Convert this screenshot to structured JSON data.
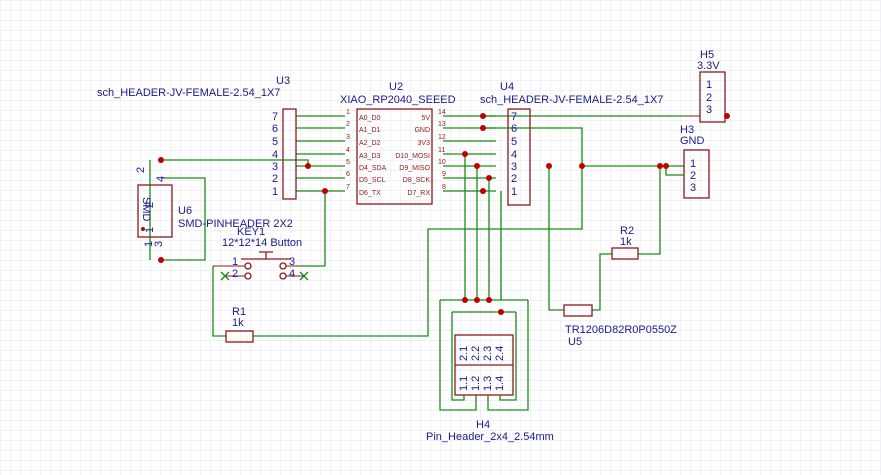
{
  "colors": {
    "background": "#ffffff",
    "grid": "#e6e6ee",
    "wire": "#1a8c1a",
    "symbol": "#8b1a1a",
    "label": "#1a1a8c",
    "junction": "#c00000"
  },
  "components": {
    "u3": {
      "designator": "U3",
      "value": "sch_HEADER-JV-FEMALE-2.54_1X7",
      "pins": [
        "7",
        "6",
        "5",
        "4",
        "3",
        "2",
        "1"
      ]
    },
    "u2": {
      "designator": "U2",
      "value": "XIAO_RP2040_SEEED",
      "left_pins": [
        {
          "num": "1",
          "name": "A0_D0"
        },
        {
          "num": "2",
          "name": "A1_D1"
        },
        {
          "num": "3",
          "name": "A2_D2"
        },
        {
          "num": "4",
          "name": "A3_D3"
        },
        {
          "num": "5",
          "name": "D4_SDA"
        },
        {
          "num": "6",
          "name": "D5_SCL"
        },
        {
          "num": "7",
          "name": "D6_TX"
        }
      ],
      "right_pins": [
        {
          "num": "14",
          "name": "5V"
        },
        {
          "num": "13",
          "name": "GND"
        },
        {
          "num": "12",
          "name": "3V3"
        },
        {
          "num": "11",
          "name": "D10_MOSI"
        },
        {
          "num": "10",
          "name": "D9_MISO"
        },
        {
          "num": "9",
          "name": "D8_SCK"
        },
        {
          "num": "8",
          "name": "D7_RX"
        }
      ]
    },
    "u4": {
      "designator": "U4",
      "value": "sch_HEADER-JV-FEMALE-2.54_1X7",
      "pins": [
        "7",
        "6",
        "5",
        "4",
        "3",
        "2",
        "1"
      ]
    },
    "h5": {
      "designator": "H5",
      "value": "3.3V",
      "pins": [
        "1",
        "2",
        "3"
      ]
    },
    "h3": {
      "designator": "H3",
      "value": "GND",
      "pins": [
        "1",
        "2",
        "3"
      ]
    },
    "u6": {
      "designator": "U6",
      "value": "SMD-PINHEADER 2X2",
      "body_text": "SMD",
      "pins": [
        "2",
        "4",
        "1",
        "3"
      ],
      "inner": [
        "2",
        "1"
      ]
    },
    "key1": {
      "designator": "KEY1",
      "value": "12*12*14 Button",
      "pins": [
        "1",
        "2",
        "3",
        "4"
      ]
    },
    "r1": {
      "designator": "R1",
      "value": "1k"
    },
    "r2": {
      "designator": "R2",
      "value": "1k"
    },
    "u5": {
      "designator": "U5",
      "value": "TR1206D82R0P0550Z"
    },
    "h4": {
      "designator": "H4",
      "value": "Pin_Header_2x4_2.54mm",
      "top_pins": [
        "2.1",
        "2.2",
        "2.3",
        "2.4"
      ],
      "bottom_pins": [
        "1.1",
        "1.2",
        "1.3",
        "1.4"
      ]
    }
  }
}
